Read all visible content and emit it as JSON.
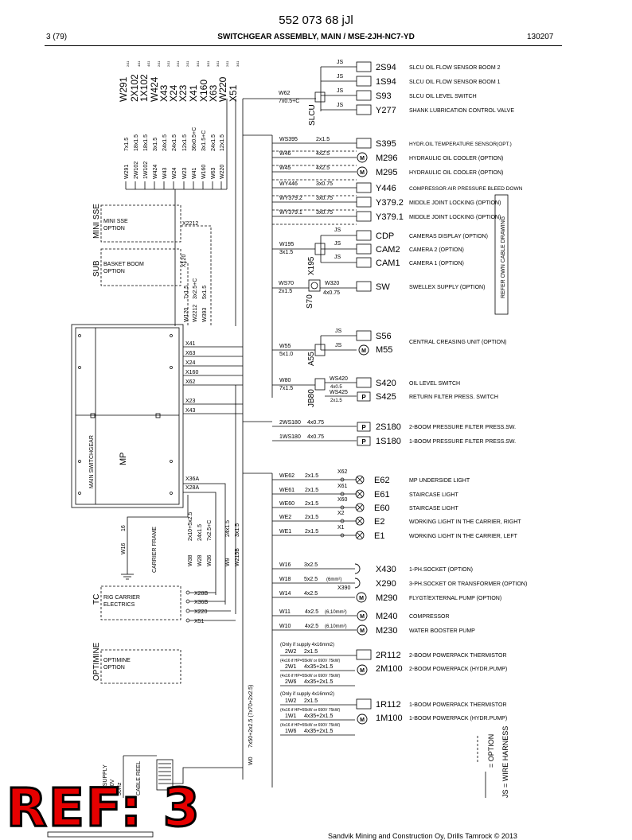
{
  "header": {
    "doc_number": "552 073 68 jJl",
    "page": "3 (79)",
    "title": "SWITCHGEAR ASSEMBLY, MAIN / MSE-2JH-NC7-YD",
    "date": "130207"
  },
  "top_labels": [
    {
      "text": "W291",
      "ref": "2/11"
    },
    {
      "text": "2X102",
      "ref": "4/11"
    },
    {
      "text": "1X102",
      "ref": "4/11"
    },
    {
      "text": "W424",
      "ref": "2/11"
    },
    {
      "text": "X43",
      "ref": "2/11"
    },
    {
      "text": "X24",
      "ref": "2/11"
    },
    {
      "text": "X23",
      "ref": "2/11"
    },
    {
      "text": "X41",
      "ref": "3/11"
    },
    {
      "text": "X160",
      "ref": "3/11"
    },
    {
      "text": "X63",
      "ref": "3/11"
    },
    {
      "text": "W220",
      "ref": "2/11"
    },
    {
      "text": "X51",
      "ref": "3/11"
    }
  ],
  "top_cables": [
    {
      "w": "W291",
      "s": "7x1.5"
    },
    {
      "w": "2W102",
      "s": "18x1.5"
    },
    {
      "w": "1W102",
      "s": "18x1.5"
    },
    {
      "w": "W424",
      "s": "3x1.5"
    },
    {
      "w": "W43",
      "s": "24x1.5"
    },
    {
      "w": "W24",
      "s": "24x1.5"
    },
    {
      "w": "W23",
      "s": "12x1.5"
    },
    {
      "w": "W41",
      "s": "36x0.5+C"
    },
    {
      "w": "W160",
      "s": "3x1.5+C"
    },
    {
      "w": "W63",
      "s": "24x1.5"
    },
    {
      "w": "W220",
      "s": "12x1.5"
    }
  ],
  "slcu": {
    "label": "SLCU",
    "cable": "W62",
    "spec": "7x0.5+C",
    "rows": [
      {
        "js": "JS",
        "id": "2S94",
        "desc": "SLCU OIL FLOW SENSOR BOOM 2"
      },
      {
        "js": "JS",
        "id": "1S94",
        "desc": "SLCU OIL FLOW SENSOR BOOM 1"
      },
      {
        "js": "JS",
        "id": "S93",
        "desc": "SLCU OIL LEVEL SWITCH"
      },
      {
        "js": "JS",
        "id": "Y277",
        "desc": "SHANK LUBRICATION CONTROL VALVE"
      }
    ]
  },
  "sensor_rows": [
    {
      "w": "WS395",
      "s": "2x1.5",
      "id": "S395",
      "desc": "HYDR.OIL TEMPERATURE SENSOR(OPT.)",
      "sym": "box"
    },
    {
      "w": "W46",
      "s": "4x2.5",
      "id": "M296",
      "desc": "HYDRAULIC OIL COOLER  (OPTION)",
      "sym": "motor"
    },
    {
      "w": "W45",
      "s": "4x2.5",
      "id": "M295",
      "desc": "HYDRAULIC OIL COOLER  (OPTION)",
      "sym": "motor"
    },
    {
      "w": "WY446",
      "s": "3x0.75",
      "id": "Y446",
      "desc": "COMPRESSOR AIR PRESSURE BLEED DOWN",
      "sym": "box"
    },
    {
      "w": "WY379.2",
      "s": "3x0.75",
      "id": "Y379.2",
      "desc": "MIDDLE JOINT LOCKING (OPTION)",
      "sym": "box"
    },
    {
      "w": "WY379.1",
      "s": "3x0.75",
      "id": "Y379.1",
      "desc": "MIDDLE JOINT LOCKING (OPTION)",
      "sym": "box"
    }
  ],
  "x195": {
    "label": "X195",
    "cable": "W195",
    "spec": "3x1.5",
    "rows": [
      {
        "js": "JS",
        "id": "CDP",
        "desc": "CAMERAS DISPLAY (OPTION)"
      },
      {
        "js": "JS",
        "id": "CAM2",
        "desc": "CAMERA 2 (OPTION)"
      },
      {
        "js": "JS",
        "id": "CAM1",
        "desc": "CAMERA 1 (OPTION)"
      }
    ]
  },
  "refer_note": "REFER OWN CABLE DRAWING",
  "s70": {
    "label": "S70",
    "cable": "WS70",
    "spec": "2x1.5",
    "out": "W320",
    "out_spec": "4x0.75",
    "id": "SW",
    "desc": "SWELLEX SUPPLY (OPTION)"
  },
  "a55": {
    "label": "A55",
    "cable": "W55",
    "spec": "5x1.0",
    "js1": "JS",
    "js2": "JS",
    "id1": "S56",
    "id2": "M55",
    "desc": "CENTRAL CREASING UNIT (OPTION)"
  },
  "jb80": {
    "label": "JB80",
    "cable": "W80",
    "spec": "7x1.5",
    "rows": [
      {
        "w": "WS420",
        "s": "4x0.5",
        "id": "S420",
        "desc": "OIL LEVEL SWITCH"
      },
      {
        "w": "WS425",
        "s": "2x1.5",
        "id": "S425",
        "desc": "RETURN FILTER PRESS. SWITCH"
      }
    ]
  },
  "pressure_rows": [
    {
      "w": "2WS180",
      "s": "4x0.75",
      "id": "2S180",
      "desc": "2-BOOM PRESSURE FILTER PRESS.SW."
    },
    {
      "w": "1WS180",
      "s": "4x0.75",
      "id": "1S180",
      "desc": "1-BOOM PRESSURE FILTER PRESS.SW."
    }
  ],
  "p_symbol": "P",
  "motor_symbol": "M",
  "light_rows": [
    {
      "w": "WE62",
      "s": "2x1.5",
      "x": "X62",
      "id": "E62",
      "desc": "MP UNDERSIDE LIGHT"
    },
    {
      "w": "WE61",
      "s": "2x1.5",
      "x": "X61",
      "id": "E61",
      "desc": "STAIRCASE LIGHT"
    },
    {
      "w": "WE60",
      "s": "2x1.5",
      "x": "X60",
      "id": "E60",
      "desc": "STAIRCASE LIGHT"
    },
    {
      "w": "WE2",
      "s": "2x1.5",
      "x": "X2",
      "id": "E2",
      "desc": "WORKING LIGHT IN THE CARRIER, RIGHT"
    },
    {
      "w": "WE1",
      "s": "2x1.5",
      "x": "X1",
      "id": "E1",
      "desc": "WORKING LIGHT IN THE CARRIER, LEFT"
    }
  ],
  "socket_rows": [
    {
      "w": "W16",
      "s": "3x2.5",
      "extra": "",
      "id": "X430",
      "desc": "1-PH.SOCKET (OPTION)"
    },
    {
      "w": "W18",
      "s": "5x2.5",
      "extra": "(6mm²)",
      "id": "X290",
      "desc": "3-PH.SOCKET OR TRANSFORMER (OPTION)"
    },
    {
      "w": "W14",
      "s": "4x2.5",
      "extra": "X390",
      "id": "M290",
      "desc": "FLYGT/EXTERNAL PUMP (OPTION)"
    }
  ],
  "motor_rows": [
    {
      "w": "W11",
      "s": "4x2.5",
      "extra": "(6,10mm²)",
      "id": "M240",
      "desc": "COMPRESSOR"
    },
    {
      "w": "W10",
      "s": "4x2.5",
      "extra": "(6,10mm²)",
      "id": "M230",
      "desc": "WATER BOOSTER PUMP"
    }
  ],
  "powerpacks": [
    {
      "note": "(Only if supply 4x16mm2)",
      "w2": "2W2",
      "s2": "2x1.5",
      "n1": "(4x16 if HP=55kW or 690V 75kW)",
      "w1": "2W1",
      "s1": "4x35+2x1.5",
      "n2": "(4x16 if HP=55kW or 690V 75kW)",
      "w6": "2W6",
      "s6": "4x35+2x1.5",
      "id1": "2R112",
      "d1": "2-BOOM POWERPACK THERMISTOR",
      "id2": "2M100",
      "d2": "2-BOOM POWERPACK (HYDR.PUMP)"
    },
    {
      "note": "(Only if supply 4x16mm2)",
      "w2": "1W2",
      "s2": "2x1.5",
      "n1": "(4x16 if HP=55kW or 690V 75kW)",
      "w1": "1W1",
      "s1": "4x35+2x1.5",
      "n2": "(4x16 if HP=55kW or 690V 75kW)",
      "w6": "1W6",
      "s6": "4x35+2x1.5",
      "id1": "1R112",
      "d1": "1-BOOM POWERPACK THERMISTOR",
      "id2": "1M100",
      "d2": "1-BOOM POWERPACK (HYDR.PUMP)"
    }
  ],
  "left_blocks": {
    "mini_sse": {
      "side": "MINI SSE",
      "body": [
        "MINI SSE",
        "OPTION"
      ],
      "x": "X2212"
    },
    "sub": {
      "side": "SUB",
      "body": [
        "BASKET BOOM",
        "OPTION"
      ],
      "x": "X120"
    },
    "mp": {
      "side": "MP",
      "body": "MAIN SWITCHGEAR"
    },
    "tc": {
      "side": "TC",
      "body": [
        "RIG CARRIER",
        "ELECTRICS"
      ]
    },
    "optimine": {
      "side": "OPTIMINE",
      "body": [
        "OPTIMINE",
        "OPTION"
      ]
    }
  },
  "mp_connectors_top": [
    "X41",
    "X63",
    "X24",
    "X160",
    "X62"
  ],
  "mp_connectors_mid": [
    "X23",
    "X43"
  ],
  "mp_connectors_bot": [
    "X36A",
    "X28A"
  ],
  "tc_connectors": [
    "X28B",
    "X36B",
    "X220",
    "X51"
  ],
  "sub_cables": [
    {
      "w": "W120",
      "s": "7x1.5"
    },
    {
      "w": "W2212",
      "s": "3x2.5+C"
    },
    {
      "w": "W393",
      "s": "5x1.5"
    }
  ],
  "tc_cables": [
    {
      "w": "W38",
      "s": "2x10+5x2.5"
    },
    {
      "w": "W28",
      "s": "24x1.5"
    },
    {
      "w": "W36",
      "s": "7x2.5+C"
    }
  ],
  "w9": {
    "w": "W9",
    "s": "24x1.5"
  },
  "w215": {
    "w": "W215B",
    "s": "3x1.5"
  },
  "w16_left": {
    "w": "W16",
    "s": "16"
  },
  "carrier_frame": "CARRIER FRAME",
  "w0": {
    "w": "W0",
    "s": "7x50+2x2.5 (7x70+2x2.5)"
  },
  "supply": {
    "lines": [
      "PH SUPPLY",
      "1000V",
      "50Hz"
    ],
    "reel": "CABLE REEL"
  },
  "legend": {
    "option": "= OPTION",
    "js": "JS = WIRE HARNESS"
  },
  "ref_stamp": "REF: 3",
  "footer_company": "Sandvik Mining and Construction Oy, Drills Tamrock © 2013"
}
